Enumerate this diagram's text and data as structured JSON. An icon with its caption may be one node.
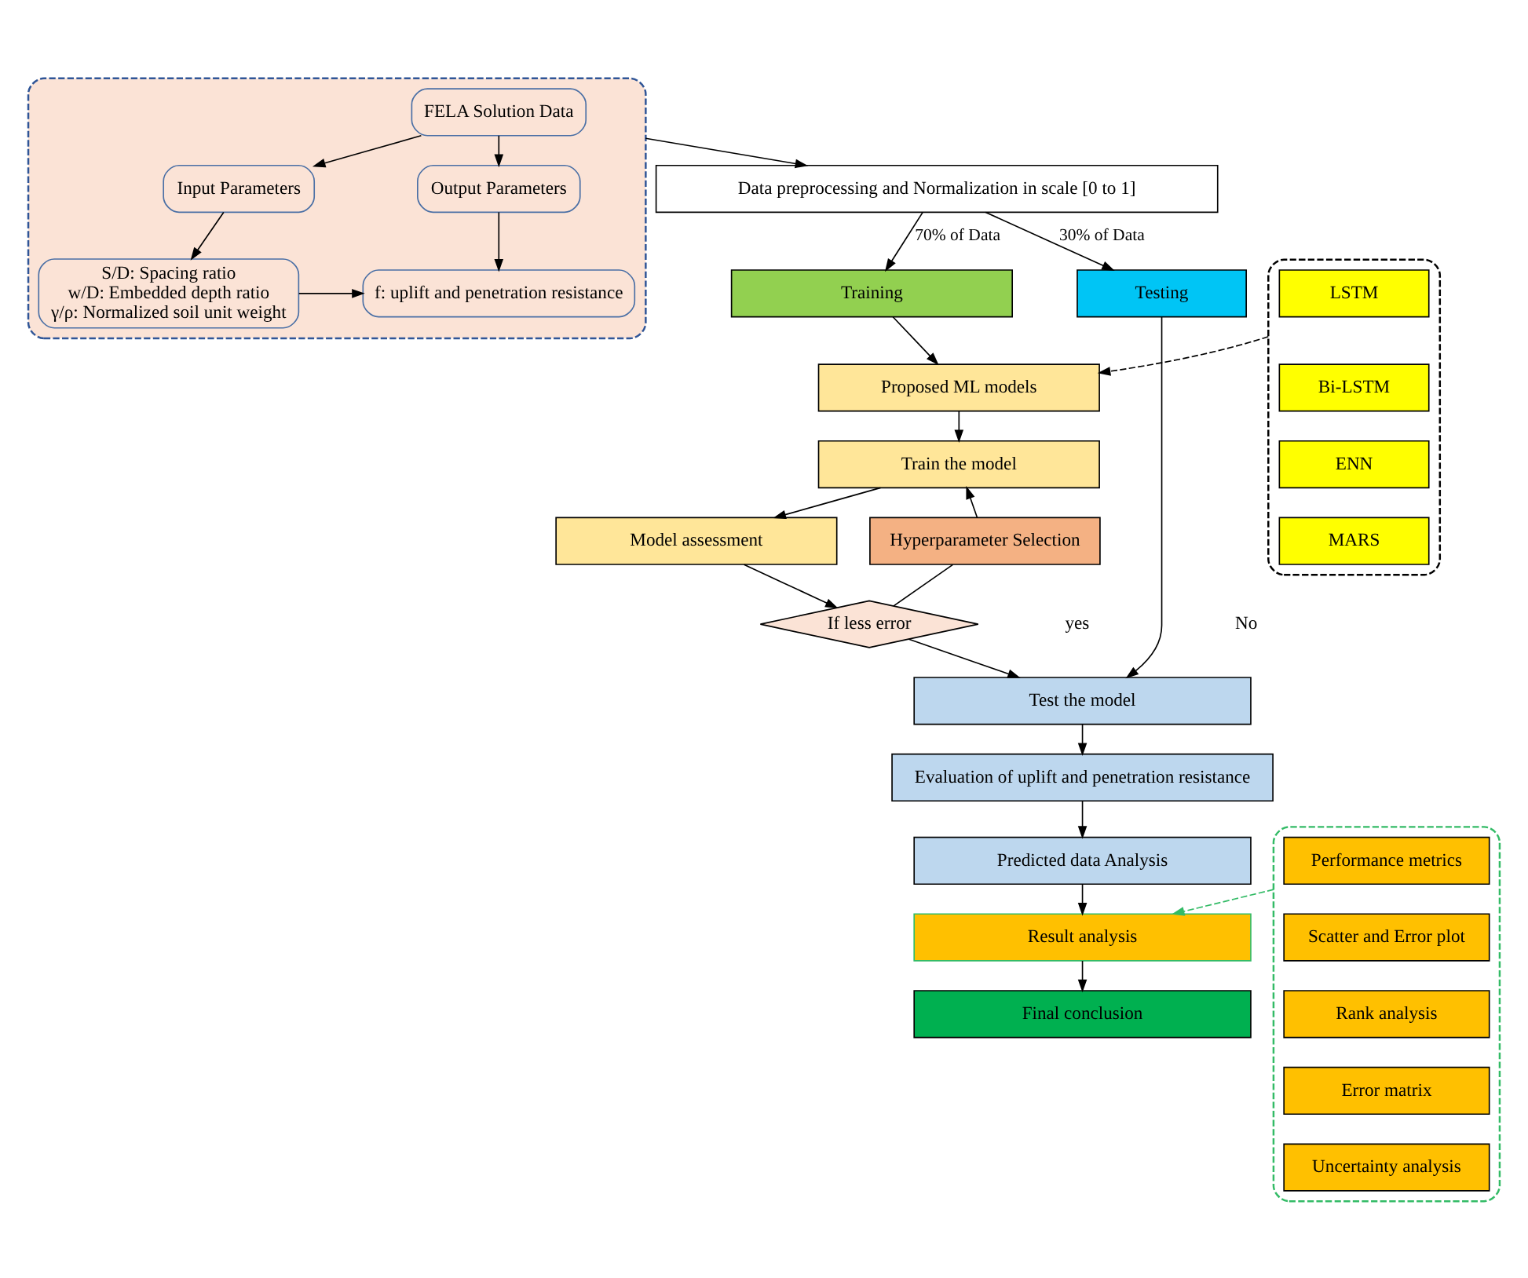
{
  "diagram": {
    "nodes": [
      {
        "text": [],
        "shape": "box"
      },
      {
        "text": [
          "FELA Solution Data"
        ],
        "in": 0
      },
      {
        "text": [
          "Input Parameters"
        ],
        "in": 0
      },
      {
        "text": [
          "Output Parameters"
        ],
        "in": 0
      },
      {
        "text": [
          "S/D: Spacing ratio",
          "w/D: Embedded depth ratio",
          "γ/ρ: Normalized soil unit weight"
        ],
        "in": 0
      },
      {
        "text": [
          "f: uplift and penetration resistance"
        ],
        "in": 0
      },
      {
        "text": [
          "Data preprocessing and Normalization in scale [0 to 1]"
        ]
      },
      {
        "text": [],
        "shape": "box"
      },
      {
        "text": [
          "LSTM"
        ],
        "in": 7
      },
      {
        "text": [
          "Bi-LSTM"
        ],
        "in": 7
      },
      {
        "text": [
          "ENN"
        ],
        "in": 7
      },
      {
        "text": [
          "MARS"
        ],
        "in": 7
      },
      {
        "text": [
          "Training"
        ]
      },
      {
        "text": [
          "Testing"
        ]
      },
      {
        "text": [
          "Proposed ML models"
        ]
      },
      {
        "text": [
          "Train the model"
        ]
      },
      {
        "text": [
          "Model assessment"
        ]
      },
      {
        "text": [
          "Hyperparameter Selection"
        ]
      },
      {
        "text": [
          "If less error"
        ]
      },
      {
        "text": [],
        "shape": "box"
      },
      {
        "text": [
          "Performance metrics"
        ],
        "in": 19
      },
      {
        "text": [
          "Scatter and Error plot"
        ],
        "in": 19
      },
      {
        "text": [
          "Rank analysis"
        ],
        "in": 19
      },
      {
        "text": [
          "Error matrix"
        ],
        "in": 19
      },
      {
        "text": [
          "Uncertainty analysis"
        ],
        "in": 19
      },
      {
        "text": [
          "Test the model"
        ]
      },
      {
        "text": [
          "Evaluation of uplift and penetration resistance"
        ]
      },
      {
        "text": [
          "Predicted data Analysis"
        ]
      },
      {
        "text": [
          "Result analysis"
        ]
      },
      {
        "text": [
          "Final conclusion"
        ]
      }
    ],
    "edges": [
      {
        "from": 1,
        "to": 2,
        "arrow": "to"
      },
      {
        "from": 1,
        "to": 3,
        "arrow": "to"
      },
      {
        "from": 2,
        "to": 4,
        "arrow": "to"
      },
      {
        "from": 3,
        "to": 5,
        "arrow": "to"
      },
      {
        "from": 4,
        "to": 5,
        "arrow": "to"
      },
      {
        "from": 0,
        "to": 6,
        "arrow": "to"
      },
      {
        "from": 6,
        "to": 12,
        "arrow": "to",
        "label": "70% of Data"
      },
      {
        "from": 6,
        "to": 13,
        "arrow": "to",
        "label": "30% of Data"
      },
      {
        "from": 12,
        "to": 14,
        "arrow": "to"
      },
      {
        "from": 7,
        "to": 14,
        "arrow": "to",
        "style": "dashed"
      },
      {
        "from": 14,
        "to": 15,
        "arrow": "to"
      },
      {
        "from": 15,
        "to": 16,
        "arrow": "to"
      },
      {
        "from": 16,
        "to": 18,
        "arrow": "to"
      },
      {
        "from": 18,
        "to": 17,
        "arrow": "none"
      },
      {
        "from": 17,
        "to": 15,
        "arrow": "to"
      },
      {
        "from": 18,
        "to": 25,
        "arrow": "to"
      },
      {
        "from": 13,
        "to": 25,
        "arrow": "to"
      },
      {
        "from": 25,
        "to": 26,
        "arrow": "to"
      },
      {
        "from": 26,
        "to": 27,
        "arrow": "to"
      },
      {
        "from": 27,
        "to": 28,
        "arrow": "to"
      },
      {
        "from": 19,
        "to": 28,
        "arrow": "to",
        "style": "dashed",
        "color": "#33bb66"
      },
      {
        "from": 28,
        "to": 29,
        "arrow": "to"
      }
    ],
    "labels": [
      "yes",
      "No"
    ]
  }
}
